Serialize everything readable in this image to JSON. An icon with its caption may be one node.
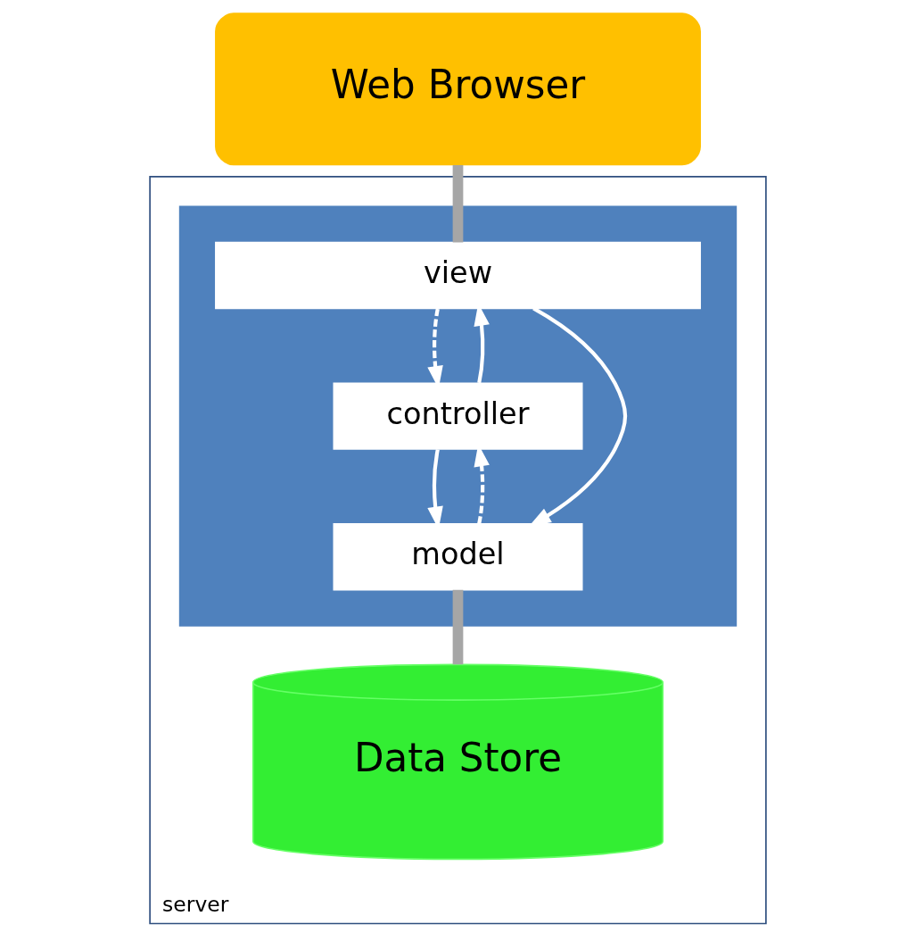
{
  "diagram": {
    "nodes": [
      {
        "text": [
          "server"
        ]
      },
      {
        "text": [],
        "shape": "box",
        "in": 0
      },
      {
        "text": [
          "Web Browser"
        ]
      },
      {
        "text": [
          "view"
        ],
        "in": 1
      },
      {
        "text": [
          "controller"
        ],
        "in": 1
      },
      {
        "text": [
          "model"
        ],
        "in": 1
      },
      {
        "text": [
          "Data Store"
        ],
        "in": 0
      }
    ],
    "edges": [
      {
        "from": 2,
        "to": 3,
        "arrow": "none",
        "style": "thick",
        "color": "#a6a6a6"
      },
      {
        "from": 4,
        "to": 3,
        "arrow": "to"
      },
      {
        "from": 3,
        "to": 4,
        "arrow": "to",
        "style": "dashed"
      },
      {
        "from": 3,
        "to": 5,
        "arrow": "to"
      },
      {
        "from": 4,
        "to": 5,
        "arrow": "to"
      },
      {
        "from": 5,
        "to": 4,
        "arrow": "to",
        "style": "dashed"
      },
      {
        "from": 5,
        "to": 6,
        "arrow": "none",
        "style": "thick",
        "color": "#a6a6a6"
      }
    ]
  }
}
